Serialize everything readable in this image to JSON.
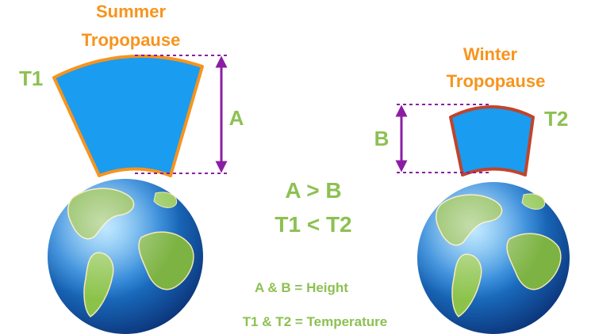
{
  "summer": {
    "title_line1": "Summer",
    "title_line2": "Tropopause",
    "temp_label": "T1",
    "height_label": "A"
  },
  "winter": {
    "title_line1": "Winter",
    "title_line2": "Tropopause",
    "temp_label": "T2",
    "height_label": "B"
  },
  "comparison": {
    "line1": "A > B",
    "line2": "T1 < T2"
  },
  "legend": {
    "height": "A & B = Height",
    "temperature": "T1 & T2 = Temperature"
  },
  "colors": {
    "layer_fill": "#1a9cf0",
    "summer_outline": "#f7941d",
    "winter_outline": "#c1442a",
    "arrow": "#8a1ea3",
    "label_green": "#8cc152",
    "title_orange": "#f7941d"
  }
}
